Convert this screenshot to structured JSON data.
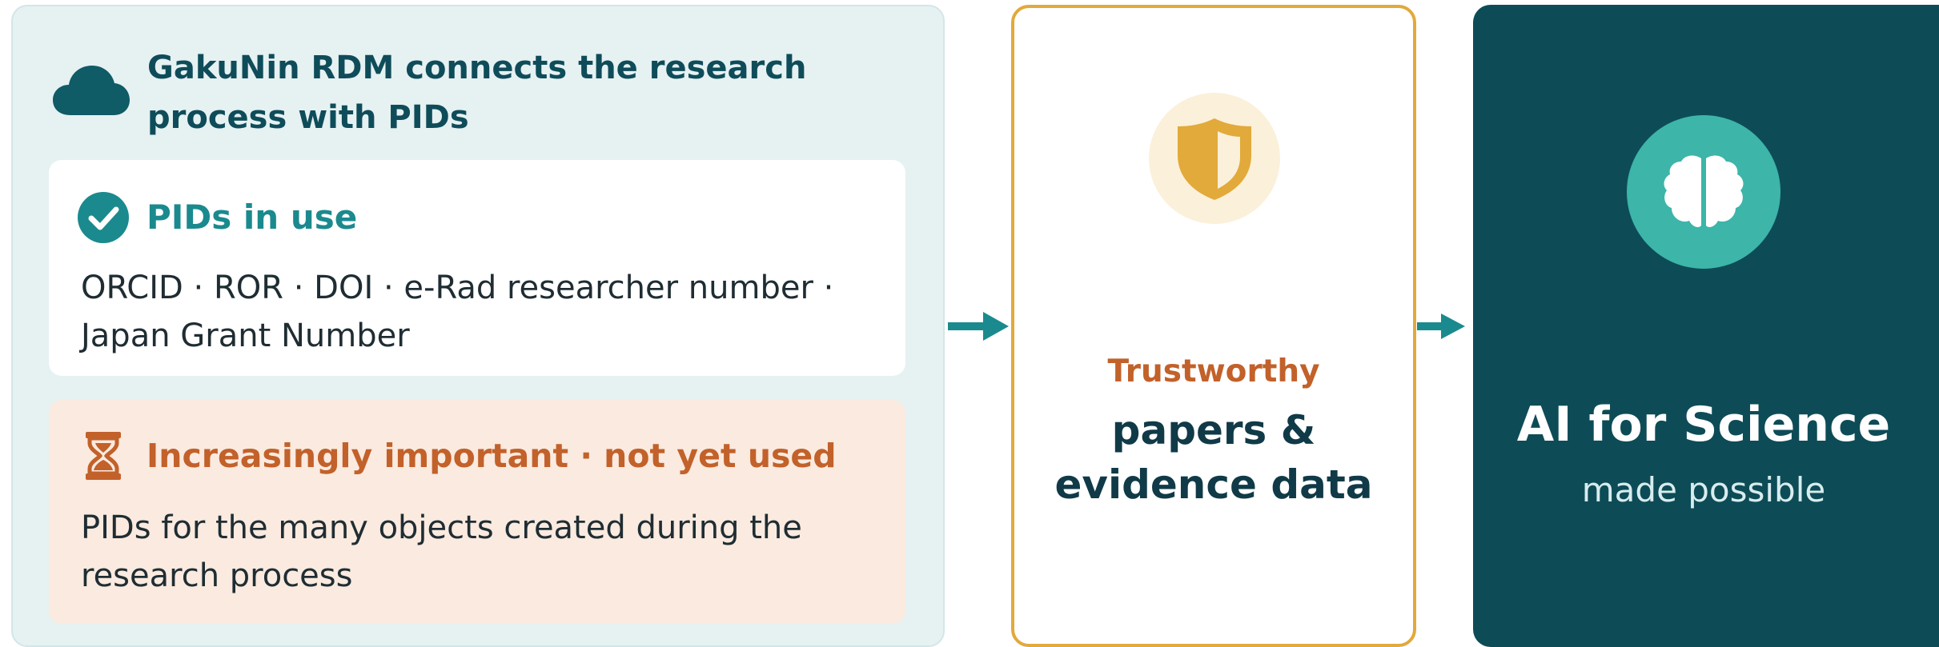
{
  "left_panel": {
    "title": "GakuNin RDM connects the research process with PIDs",
    "icon": "cloud-icon",
    "pids_in_use": {
      "icon": "check-circle-icon",
      "title": "PIDs in use",
      "body": "ORCID · ROR · DOI · e-Rad researcher number · Japan Grant Number"
    },
    "not_yet_used": {
      "icon": "hourglass-icon",
      "title": "Increasingly important · not yet used",
      "body": "PIDs for the many objects created during the research process"
    }
  },
  "middle_panel": {
    "icon": "shield-icon",
    "kicker": "Trustworthy",
    "title": "papers & evidence data"
  },
  "right_panel": {
    "icon": "brain-icon",
    "title": "AI for Science",
    "subtitle": "made possible"
  },
  "colors": {
    "teal_dark": "#0d4c57",
    "teal": "#1b8a8e",
    "teal_light": "#3db5a9",
    "orange": "#c2612a",
    "gold": "#e2a93b",
    "light_panel": "#e6f1f2",
    "peach": "#faeadf"
  }
}
